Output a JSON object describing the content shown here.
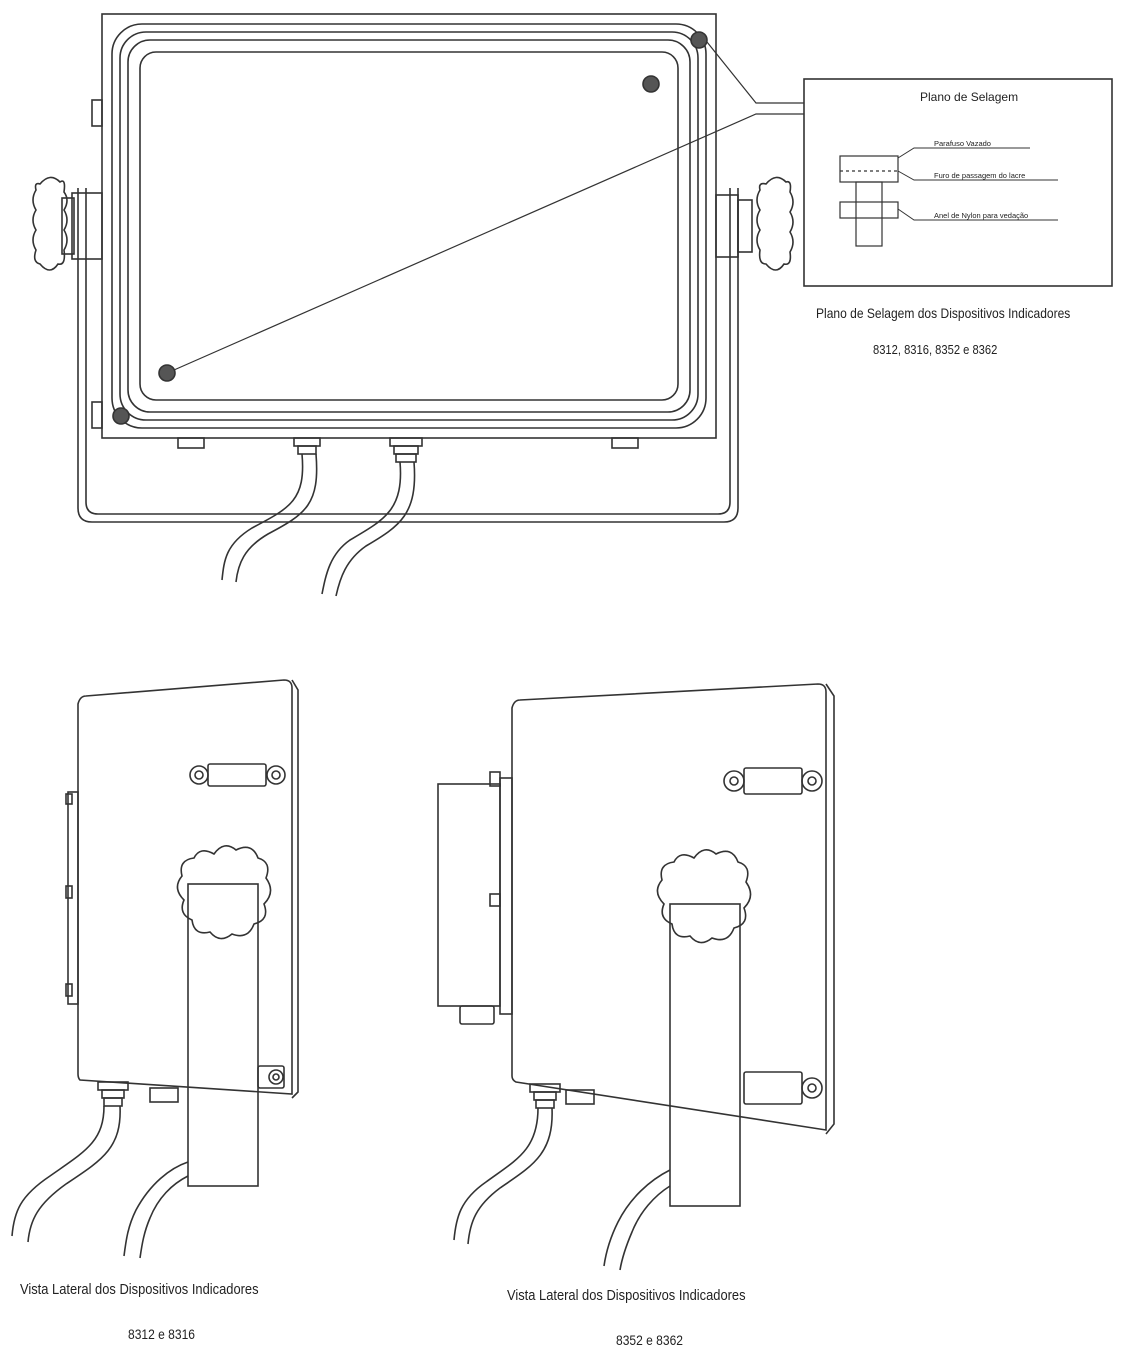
{
  "seal_inset": {
    "title": "Plano de Selagem",
    "labels": [
      "Parafuso Vazado",
      "Furo de passagem do lacre",
      "Anel de Nylon para vedação"
    ]
  },
  "captions": {
    "seal_plan_title": "Plano de Selagem dos Dispositivos Indicadores",
    "seal_plan_models": "8312, 8316, 8352 e 8362",
    "side_left_title": "Vista Lateral dos Dispositivos Indicadores",
    "side_left_models": "8312 e 8316",
    "side_right_title": "Vista Lateral dos Dispositivos Indicadores",
    "side_right_models": "8352 e 8362"
  },
  "colors": {
    "line": "#333333",
    "screw_fill": "#555555"
  }
}
